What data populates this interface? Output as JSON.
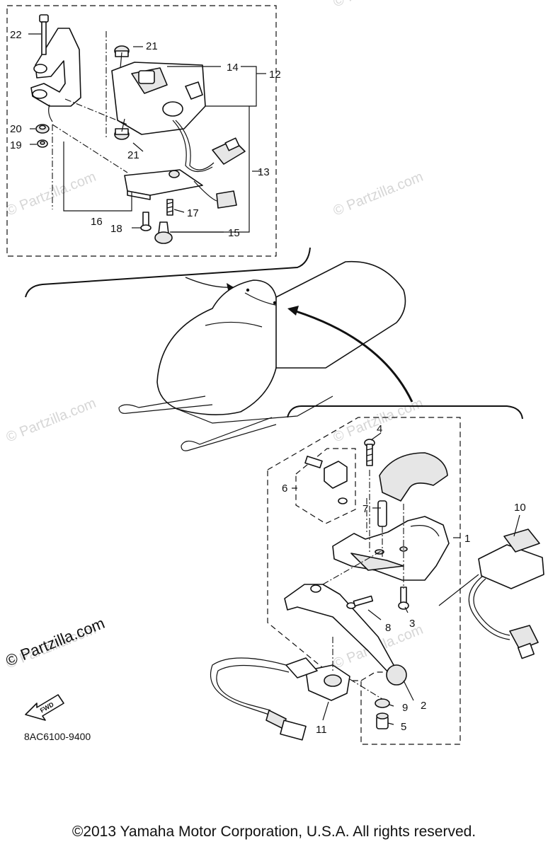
{
  "watermarks": {
    "small": "© Partzilla.com",
    "large": "© Partzilla.com"
  },
  "callouts": {
    "c1": "1",
    "c2": "2",
    "c3": "3",
    "c4": "4",
    "c5": "5",
    "c6": "6",
    "c7": "7",
    "c8": "8",
    "c9": "9",
    "c10": "10",
    "c11": "11",
    "c12": "12",
    "c13": "13",
    "c14": "14",
    "c15": "15",
    "c16": "16",
    "c17": "17",
    "c18": "18",
    "c19": "19",
    "c20": "20",
    "c21a": "21",
    "c21b": "21",
    "c22": "22"
  },
  "direction_label": "FWD",
  "diagram_code": "8AC6100-9400",
  "copyright": "©2013  Yamaha Motor Corporation, U.S.A. All rights reserved."
}
